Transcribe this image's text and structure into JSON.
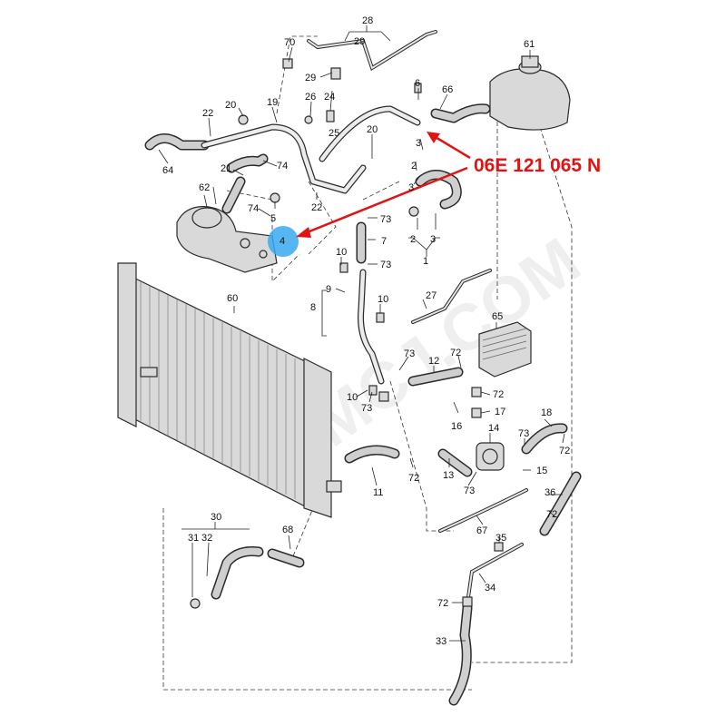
{
  "callout": {
    "part_number": "06E 121 065 N",
    "color": "#e01414",
    "highlight_color": "#38a9f0"
  },
  "watermark": "FMCJ.COM",
  "labels": {
    "l1": "1",
    "l2a": "2",
    "l2b": "2",
    "l3a": "3",
    "l3b": "3",
    "l3c": "3",
    "l4": "4",
    "l5": "5",
    "l6": "6",
    "l7": "7",
    "l8": "8",
    "l9": "9",
    "l10a": "10",
    "l10b": "10",
    "l10c": "10",
    "l11": "11",
    "l12": "12",
    "l13": "13",
    "l14": "14",
    "l15": "15",
    "l16": "16",
    "l17": "17",
    "l18": "18",
    "l19": "19",
    "l20a": "20",
    "l20b": "20",
    "l21": "21",
    "l22a": "22",
    "l22b": "22",
    "l24": "24",
    "l25": "25",
    "l26": "26",
    "l27": "27",
    "l28": "28",
    "l29a": "29",
    "l29b": "29",
    "l30": "30",
    "l31": "31",
    "l32": "32",
    "l33": "33",
    "l34": "34",
    "l35": "35",
    "l36": "36",
    "l60": "60",
    "l61": "61",
    "l62": "62",
    "l64": "64",
    "l65": "65",
    "l66": "66",
    "l67": "67",
    "l68": "68",
    "l70": "70",
    "l72a": "72",
    "l72b": "72",
    "l72c": "72",
    "l72d": "72",
    "l72e": "72",
    "l72f": "72",
    "l73a": "73",
    "l73b": "73",
    "l73c": "73",
    "l73d": "73",
    "l73e": "73",
    "l73f": "73",
    "l74a": "74",
    "l74b": "74"
  }
}
